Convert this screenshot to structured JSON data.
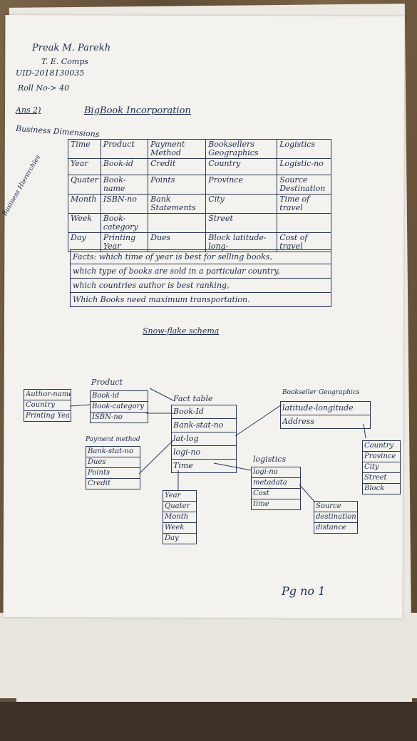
{
  "header": {
    "name": "Preak M. Parekh",
    "class": "T. E. Comps",
    "uid": "UID-2018130035",
    "roll": "Roll No-> 40"
  },
  "answer": {
    "label": "Ans 2)",
    "title": "BigBook Incorporation"
  },
  "dimensions": {
    "heading": "Business Dimensions",
    "side_label": "Business Hierarchies",
    "columns": [
      "Time",
      "Product",
      "Payment Method",
      "Booksellers Geographics",
      "Logistics"
    ],
    "rows": [
      [
        "Year",
        "Book-id",
        "Credit",
        "Country",
        "Logistic-no"
      ],
      [
        "Quater",
        "Book-name",
        "Points",
        "Province",
        "Source"
      ],
      [
        "",
        "",
        "",
        "",
        "Destination"
      ],
      [
        "Month",
        "ISBN-no",
        "Bank Statements",
        "City",
        "Time of travel"
      ],
      [
        "Week",
        "Book-category",
        "",
        "Street",
        ""
      ],
      [
        "Day",
        "Printing Year",
        "Dues",
        "Block latitude-long-",
        "Cost of travel"
      ]
    ]
  },
  "facts": [
    "Facts: which time of year is best for selling books,",
    "which type of books are sold in a particular country,",
    "which countries author is best ranking,",
    "Which Books need maximum transportation."
  ],
  "schema": {
    "title": "Snow-flake schema",
    "author_box": [
      "Author-name",
      "Country",
      "Printing Year"
    ],
    "product_title": "Product",
    "product_box": [
      "Book-id",
      "Book-category",
      "ISBN-no"
    ],
    "payment_title": "Payment method",
    "payment_box": [
      "Bank-stat-no",
      "Dues",
      "Points",
      "Credit"
    ],
    "fact_title": "Fact table",
    "fact_box": [
      "Book-Id",
      "Bank-stat-no",
      "lat-log",
      "logi-no",
      "Time"
    ],
    "time_box": [
      "Year",
      "Quater",
      "Month",
      "Week",
      "Day"
    ],
    "geo_title": "Bookseller Geographics",
    "geo_box": [
      "latitude-longitude",
      "Address"
    ],
    "address_box": [
      "Country",
      "Province",
      "City",
      "Street",
      "Block"
    ],
    "logistics_title": "logistics",
    "logistics_box": [
      "logi-no",
      "metadata",
      "Cost",
      "time"
    ],
    "metadata_box": [
      "Source",
      "destination",
      "distance"
    ]
  },
  "footer": {
    "page": "Pg no 1"
  }
}
